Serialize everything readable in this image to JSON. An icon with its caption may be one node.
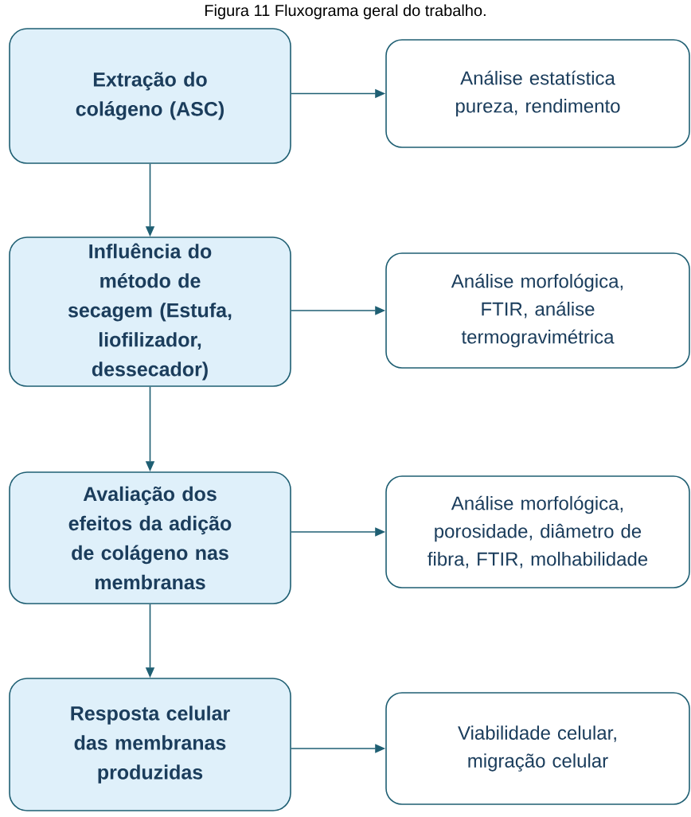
{
  "diagram": {
    "title": "Figura 11 Fluxograma geral do trabalho.",
    "nodes": [
      {
        "text": [
          "Extração do colágeno (ASC)"
        ]
      },
      {
        "text": [
          "Análise estatística pureza, rendimento"
        ]
      },
      {
        "text": [
          "Influência do método de secagem (Estufa, liofilizador, dessecador)"
        ]
      },
      {
        "text": [
          "Análise morfológica, FTIR, análise termogravimétrica"
        ]
      },
      {
        "text": [
          "Avaliação dos efeitos da adição de colágeno nas membranas"
        ]
      },
      {
        "text": [
          "Análise morfológica, porosidade, diâmetro de fibra, FTIR, molhabilidade"
        ]
      },
      {
        "text": [
          "Resposta celular das membranas produzidas"
        ]
      },
      {
        "text": [
          "Viabilidade celular, migração celular"
        ]
      }
    ],
    "edges": [
      {
        "from": 0,
        "to": 1,
        "arrow": "to"
      },
      {
        "from": 0,
        "to": 2,
        "arrow": "to"
      },
      {
        "from": 2,
        "to": 3,
        "arrow": "to"
      },
      {
        "from": 2,
        "to": 4,
        "arrow": "to"
      },
      {
        "from": 4,
        "to": 5,
        "arrow": "to"
      },
      {
        "from": 4,
        "to": 6,
        "arrow": "to"
      },
      {
        "from": 6,
        "to": 7,
        "arrow": "to"
      }
    ]
  }
}
